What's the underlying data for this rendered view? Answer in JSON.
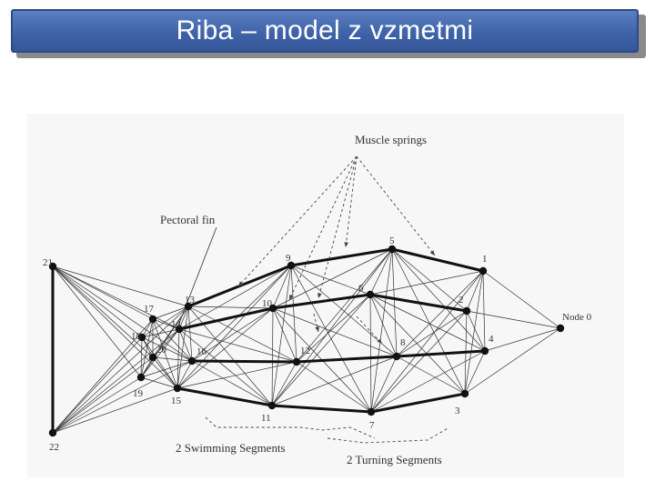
{
  "slide": {
    "title": "Riba – model z vzmetmi"
  },
  "diagram": {
    "nodes": [
      {
        "id": "0",
        "label": "Node 0"
      },
      {
        "id": "1",
        "label": "1"
      },
      {
        "id": "2",
        "label": "2"
      },
      {
        "id": "3",
        "label": "3"
      },
      {
        "id": "4",
        "label": "4"
      },
      {
        "id": "5",
        "label": "5"
      },
      {
        "id": "6",
        "label": "6"
      },
      {
        "id": "7",
        "label": "7"
      },
      {
        "id": "8",
        "label": "8"
      },
      {
        "id": "9",
        "label": "9"
      },
      {
        "id": "10",
        "label": "10"
      },
      {
        "id": "11",
        "label": "11"
      },
      {
        "id": "12",
        "label": "12"
      },
      {
        "id": "13",
        "label": "13"
      },
      {
        "id": "14",
        "label": "14"
      },
      {
        "id": "15",
        "label": "15"
      },
      {
        "id": "16",
        "label": "16"
      },
      {
        "id": "17",
        "label": "17"
      },
      {
        "id": "18",
        "label": "18"
      },
      {
        "id": "19",
        "label": "19"
      },
      {
        "id": "20",
        "label": "20"
      },
      {
        "id": "21",
        "label": "21"
      },
      {
        "id": "22",
        "label": "22"
      }
    ],
    "annotations": {
      "muscle_springs": "Muscle springs",
      "pectoral_fin": "Pectoral fin",
      "swimming_segments": "2 Swimming Segments",
      "turning_segments": "2 Turning Segments"
    }
  }
}
